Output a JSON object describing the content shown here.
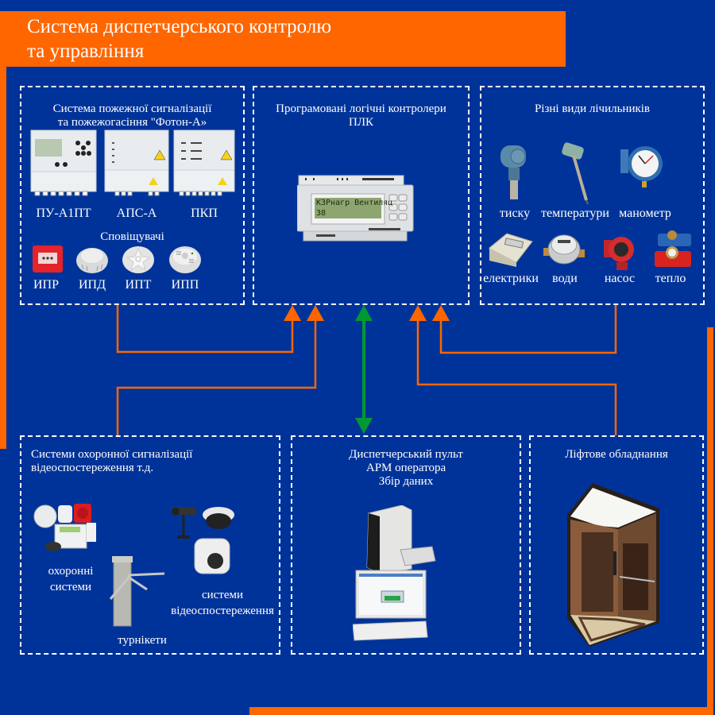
{
  "title": "Система диспетчерського контролю\nта управління",
  "colors": {
    "background": "#003399",
    "accent": "#ff6600",
    "bidirectional_link": "#009933",
    "box_border": "#ffffff"
  },
  "boxes": {
    "fire": {
      "title": "Система пожежної сигналізації\nта пожежогасіння \"Фотон-А»",
      "devices": [
        {
          "label": "ПУ-А1ПТ",
          "icon": "control-panel"
        },
        {
          "label": "АПС-А",
          "icon": "control-panel"
        },
        {
          "label": "ПКП",
          "icon": "control-panel"
        }
      ],
      "detectors_title": "Сповіщувачі",
      "detectors": [
        {
          "label": "ИПР",
          "icon": "manual-call-point"
        },
        {
          "label": "ИПД",
          "icon": "smoke-detector"
        },
        {
          "label": "ИПТ",
          "icon": "heat-detector"
        },
        {
          "label": "ИПП",
          "icon": "flame-detector"
        }
      ]
    },
    "plc": {
      "title": "Програмовані логічні контролери\nПЛК",
      "display_line1": "КЗРнагр Вентиляц",
      "display_line2": "38"
    },
    "meters": {
      "title": "Різні види лічильників",
      "row1": [
        {
          "label": "тиску",
          "icon": "pressure-sensor"
        },
        {
          "label": "температури",
          "icon": "temperature-probe"
        },
        {
          "label": "манометр",
          "icon": "manometer"
        }
      ],
      "row2": [
        {
          "label": "електрики",
          "icon": "electric-meter"
        },
        {
          "label": "води",
          "icon": "water-meter"
        },
        {
          "label": "насос",
          "icon": "pump"
        },
        {
          "label": "тепло",
          "icon": "heat-meter"
        }
      ]
    },
    "security": {
      "title": "Системи охоронної сигналізації\nвідеоспостереження т.д.",
      "items": [
        {
          "label": "охоронні\nсистеми",
          "icon": "alarm-devices"
        },
        {
          "label": "турнікети",
          "icon": "turnstile"
        },
        {
          "label": "системи\nвідеоспостереження",
          "icon": "cctv-cameras"
        }
      ]
    },
    "dispatch": {
      "title": "Диспетчерський пульт\nАРМ оператора\nЗбір даних",
      "icon": "operator-workstation"
    },
    "elevator": {
      "title": "Ліфтове обладнання",
      "icon": "elevator-cabin"
    }
  },
  "connections": [
    {
      "from": "fire",
      "to": "plc",
      "type": "one-way"
    },
    {
      "from": "security",
      "to": "plc",
      "type": "one-way"
    },
    {
      "from": "plc",
      "to": "dispatch",
      "type": "two-way"
    },
    {
      "from": "elevator",
      "to": "plc",
      "type": "one-way"
    },
    {
      "from": "meters",
      "to": "plc",
      "type": "one-way"
    }
  ]
}
